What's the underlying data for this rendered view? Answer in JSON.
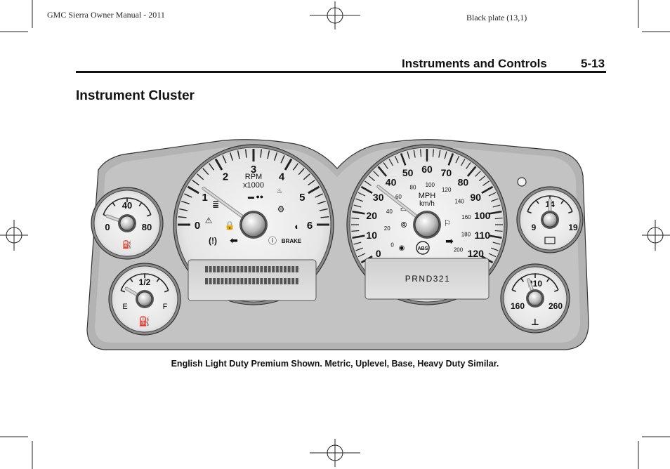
{
  "header": {
    "manual": "GMC Sierra Owner Manual - 2011",
    "plate": "Black plate (13,1)",
    "section": "Instruments and Controls",
    "page": "5-13"
  },
  "title": "Instrument Cluster",
  "caption": "English Light Duty Premium Shown. Metric, Uplevel, Base, Heavy Duty Similar.",
  "colors": {
    "ink": "#111111",
    "face": "#e9e9e9",
    "housing": "#b3b3b3",
    "ring": "#8a8a8a"
  },
  "gauges": {
    "oil": {
      "labels": [
        "40",
        "0",
        "80"
      ],
      "icon": "oil-can-icon"
    },
    "fuel": {
      "labels": [
        "1/2",
        "E",
        "F"
      ],
      "icon": "fuel-pump-icon"
    },
    "tach": {
      "title": [
        "RPM",
        "x1000"
      ],
      "numbers": [
        "0",
        "1",
        "2",
        "3",
        "4",
        "5",
        "6"
      ],
      "brake": "BRAKE"
    },
    "speedo": {
      "mph": [
        "0",
        "10",
        "20",
        "30",
        "40",
        "50",
        "60",
        "70",
        "80",
        "90",
        "100",
        "110",
        "120"
      ],
      "kmh": [
        "0",
        "20",
        "40",
        "60",
        "80",
        "100",
        "120",
        "140",
        "160",
        "180",
        "200"
      ],
      "units": [
        "MPH",
        "km/h"
      ],
      "abs": "ABS",
      "prnd": "PRND321"
    },
    "volt": {
      "labels": [
        "14",
        "9",
        "19"
      ],
      "icon": "battery-icon"
    },
    "temp": {
      "labels": [
        "210",
        "160",
        "260"
      ],
      "icon": "coolant-temp-icon"
    }
  }
}
